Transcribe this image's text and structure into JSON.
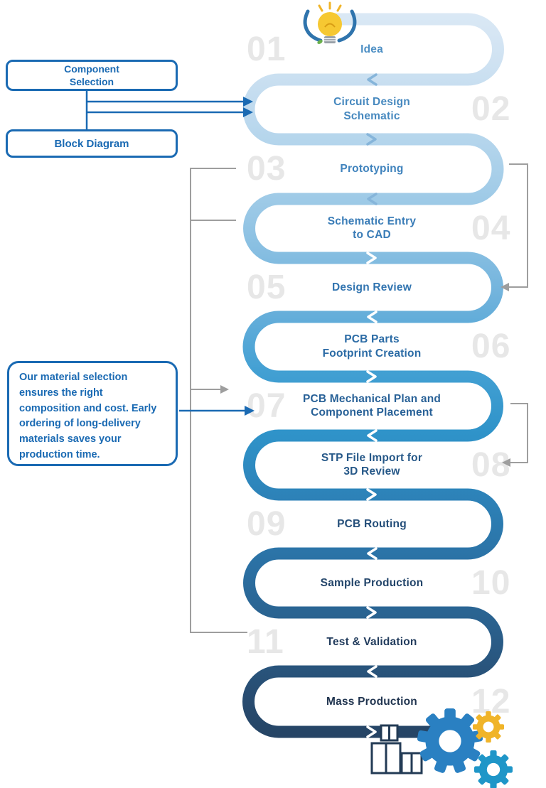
{
  "flow": {
    "steps": [
      {
        "num": "01",
        "side": "left",
        "label": "Idea",
        "color": "#4d8fc4"
      },
      {
        "num": "02",
        "side": "right",
        "label": "Circuit Design\nSchematic",
        "color": "#4789bf"
      },
      {
        "num": "03",
        "side": "left",
        "label": "Prototyping",
        "color": "#4083bd"
      },
      {
        "num": "04",
        "side": "right",
        "label": "Schematic Entry\nto CAD",
        "color": "#397cb7"
      },
      {
        "num": "05",
        "side": "left",
        "label": "Design Review",
        "color": "#3174b0"
      },
      {
        "num": "06",
        "side": "right",
        "label": "PCB Parts\nFootprint Creation",
        "color": "#2b6ba5"
      },
      {
        "num": "07",
        "side": "left",
        "label": "PCB Mechanical Plan and\nComponent Placement",
        "color": "#286197"
      },
      {
        "num": "08",
        "side": "right",
        "label": "STP File Import for\n3D Review",
        "color": "#265888"
      },
      {
        "num": "09",
        "side": "left",
        "label": "PCB Routing",
        "color": "#244e79"
      },
      {
        "num": "10",
        "side": "right",
        "label": "Sample Production",
        "color": "#23456a"
      },
      {
        "num": "11",
        "side": "left",
        "label": "Test & Validation",
        "color": "#223c5d"
      },
      {
        "num": "12",
        "side": "right",
        "label": "Mass Production",
        "color": "#213550"
      }
    ],
    "number_color": "#e7e7e7"
  },
  "callouts": [
    {
      "text": "Component\nSelection"
    },
    {
      "text": "Block Diagram"
    },
    {
      "text": "Our material selection ensures the right composition and cost. Early ordering of long-delivery materials saves your production time."
    }
  ],
  "colors": {
    "accent_blue": "#1a6ab3",
    "connector_gray": "#9e9e9e",
    "snake_top": "#ddeaf6",
    "snake_mid": "#2f93c9",
    "snake_bottom": "#233a55",
    "gear_blue": "#2a80c2",
    "gear_yellow": "#f0b429",
    "gear_teal": "#1f96c8",
    "bulb_yellow": "#f6c832",
    "box_navy": "#233b55"
  },
  "icons": {
    "top": "lightbulb-icon",
    "bottom": [
      "production-gears-icon",
      "shipping-boxes-icon"
    ]
  }
}
